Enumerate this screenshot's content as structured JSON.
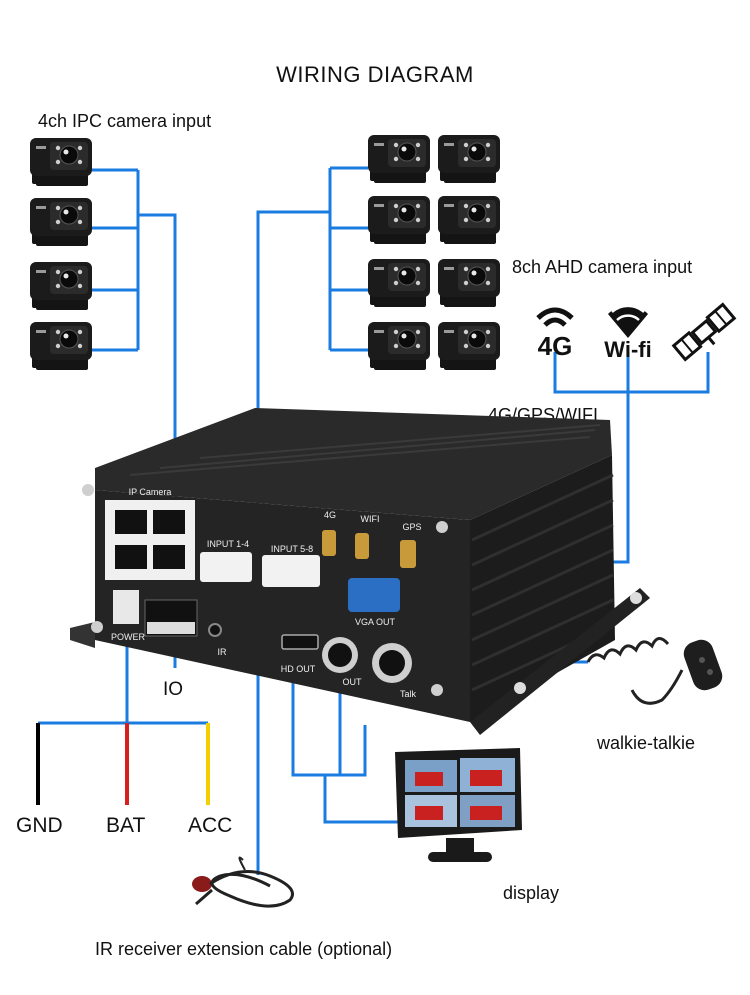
{
  "title": "WIRING DIAGRAM",
  "labels": {
    "ipc_input": "4ch IPC camera input",
    "ahd_input": "8ch AHD camera input",
    "connectivity": "4G/GPS/WIFI",
    "io": "IO",
    "gnd": "GND",
    "bat": "BAT",
    "acc": "ACC",
    "walkie_talkie": "walkie-talkie",
    "display": "display",
    "ir_cable": "IR receiver extension cable (optional)"
  },
  "icons": {
    "fourg": "4G",
    "wifi": "Wi-fi"
  },
  "device": {
    "ip_camera": "IP  Camera",
    "input_1_4": "INPUT 1-4",
    "input_5_8": "INPUT 5-8",
    "ant_4g": "4G",
    "ant_wifi": "WIFI",
    "ant_gps": "GPS",
    "vga_out": "VGA OUT",
    "hd_out": "HD OUT",
    "out": "OUT",
    "talk": "Talk",
    "power": "POWER",
    "ir": "IR"
  },
  "colors": {
    "wire": "#1a7be0",
    "gnd": "#000000",
    "bat": "#d61f1f",
    "acc": "#f2d000",
    "device": "#1e1e1e"
  }
}
